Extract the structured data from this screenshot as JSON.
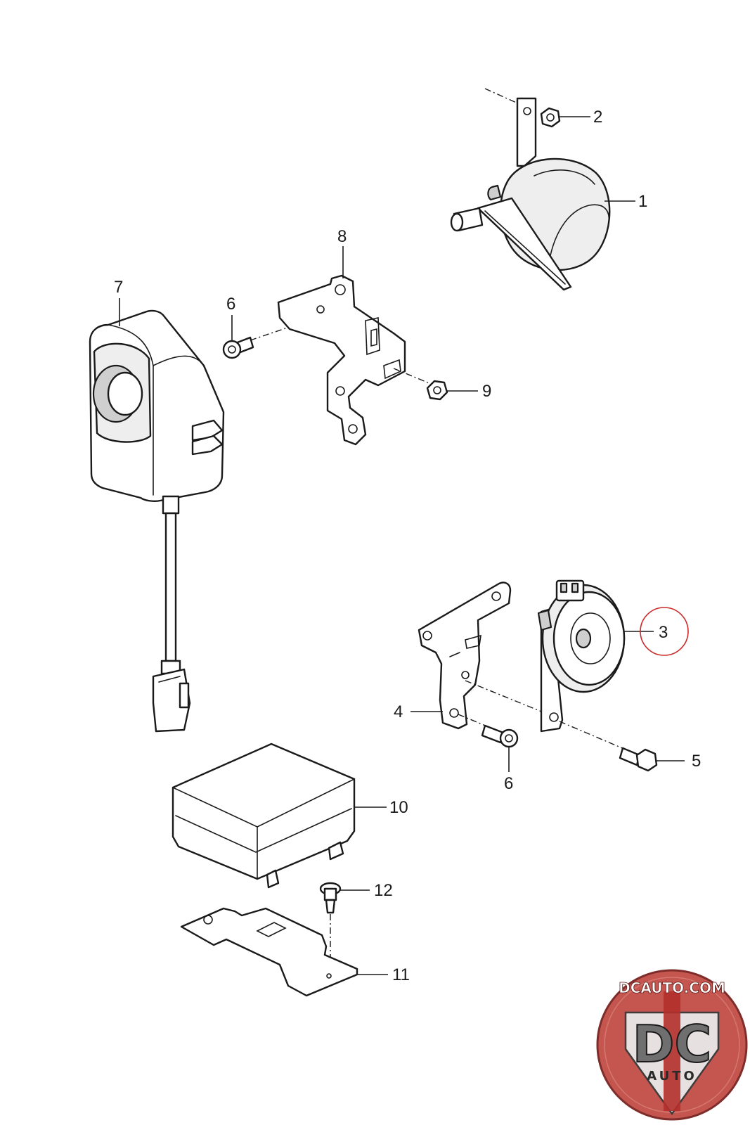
{
  "callouts": {
    "c1": "1",
    "c2": "2",
    "c3": "3",
    "c4": "4",
    "c5": "5",
    "c6a": "6",
    "c6b": "6",
    "c7": "7",
    "c8": "8",
    "c9": "9",
    "c10": "10",
    "c11": "11",
    "c12": "12"
  },
  "highlighted_callout": "3",
  "highlight_color": "#cc2a2a",
  "watermark": {
    "url_text": "DCAUTO.COM",
    "monogram": "DC",
    "subtitle": "AUTO",
    "badge_color": "#c4564f"
  }
}
